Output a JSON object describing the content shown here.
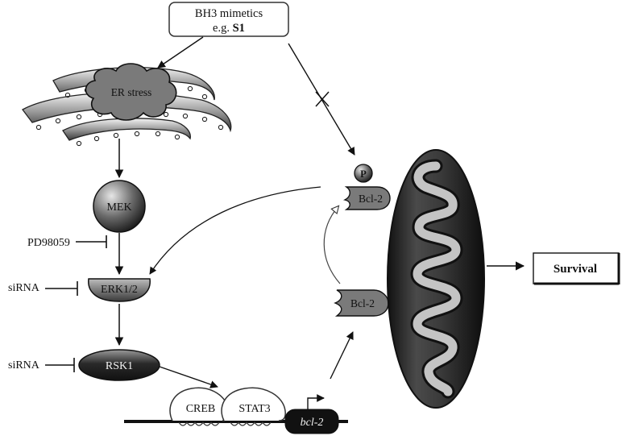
{
  "top_box": {
    "line1": "BH3 mimetics",
    "line2_prefix": "e.g. ",
    "line2_bold": "S1"
  },
  "er": {
    "label": "ER stress"
  },
  "pathway": {
    "mek": "MEK",
    "erk": "ERK1/2",
    "rsk": "RSK1",
    "inhibitor_pd": "PD98059",
    "inhibitor_sirna_erk": "siRNA",
    "inhibitor_sirna_rsk": "siRNA"
  },
  "dna": {
    "creb": "CREB",
    "stat3": "STAT3",
    "gene": "bcl-2"
  },
  "bcl2": {
    "top_label": "Bcl-2",
    "phospho": "P",
    "bottom_label": "Bcl-2"
  },
  "outcome": {
    "label": "Survival"
  },
  "colors": {
    "ink": "#111111",
    "dark_fill": "#2b2b2b",
    "mid_gray": "#8a8a8a"
  }
}
